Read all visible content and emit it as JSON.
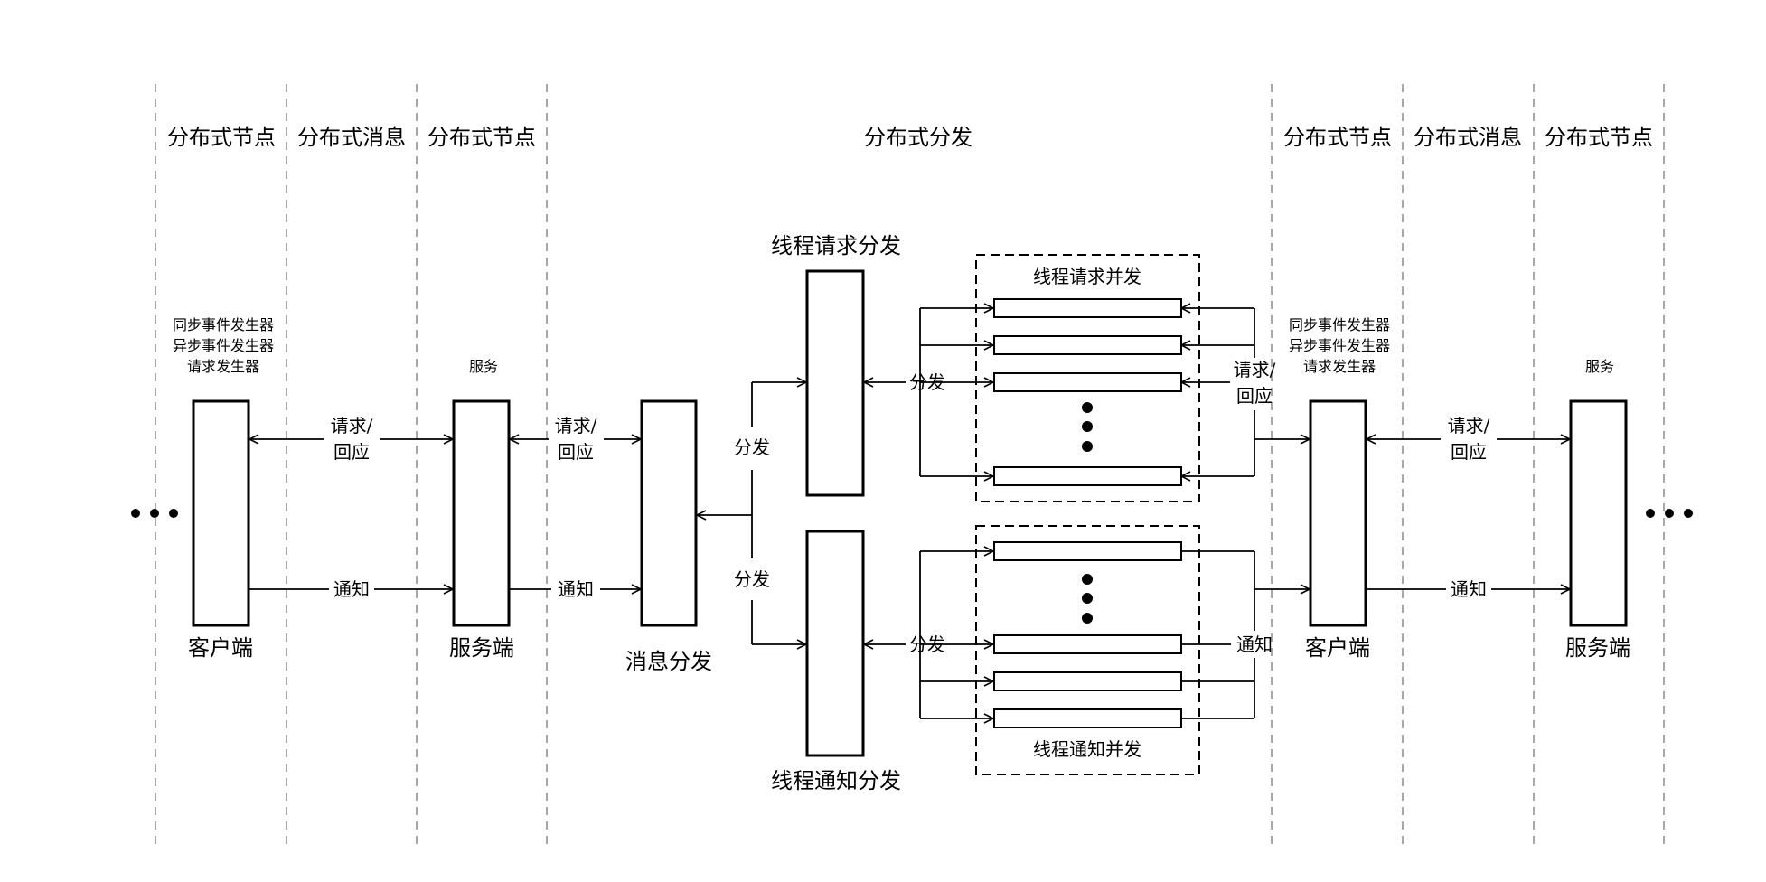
{
  "lanes": {
    "left": [
      "分布式节点",
      "分布式消息",
      "分布式节点"
    ],
    "center": "分布式分发",
    "right": [
      "分布式节点",
      "分布式消息",
      "分布式节点"
    ]
  },
  "left_client": {
    "annotation": [
      "同步事件发生器",
      "异步事件发生器",
      "请求发生器"
    ],
    "label": "客户端"
  },
  "left_server": {
    "annotation": "服务",
    "label": "服务端"
  },
  "dispatcher": {
    "label": "消息分发"
  },
  "thread_request": {
    "label": "线程请求分发",
    "pool": "线程请求并发"
  },
  "thread_notify": {
    "label": "线程通知分发",
    "pool": "线程通知并发"
  },
  "right_client": {
    "annotation": [
      "同步事件发生器",
      "异步事件发生器",
      "请求发生器"
    ],
    "label": "客户端"
  },
  "right_server": {
    "annotation": "服务",
    "label": "服务端"
  },
  "flows": {
    "request_reply_1": "请求/",
    "request_reply_2": "回应",
    "notify": "通知",
    "dispatch": "分发"
  },
  "colors": {
    "line": "#000000",
    "lane_divider": "#8c8c8c"
  }
}
